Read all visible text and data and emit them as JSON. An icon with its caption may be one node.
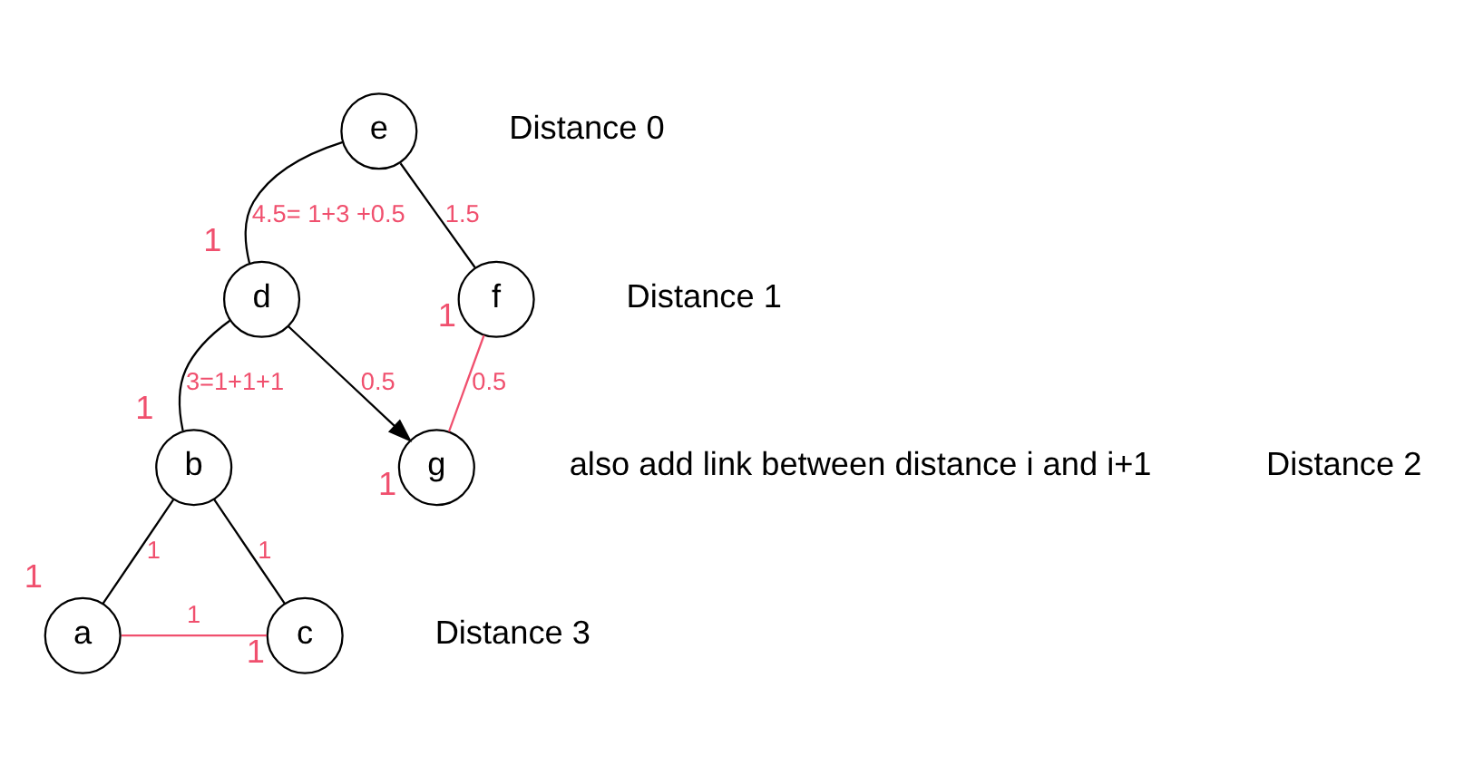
{
  "diagram": {
    "nodes": [
      {
        "text": [
          "e"
        ]
      },
      {
        "text": [
          "d"
        ],
        "beside": [
          "1"
        ]
      },
      {
        "text": [
          "f"
        ],
        "beside": [
          "1"
        ]
      },
      {
        "text": [
          "b"
        ],
        "beside": [
          "1"
        ]
      },
      {
        "text": [
          "g"
        ],
        "beside": [
          "1"
        ]
      },
      {
        "text": [
          "a"
        ],
        "beside": [
          "1"
        ]
      },
      {
        "text": [
          "c"
        ],
        "beside": [
          "1"
        ]
      }
    ],
    "edges": [
      {
        "from": 0,
        "to": 1,
        "arrow": "none",
        "label": "4.5= 1+3 +0.5"
      },
      {
        "from": 0,
        "to": 2,
        "arrow": "none",
        "label": "1.5"
      },
      {
        "from": 1,
        "to": 3,
        "arrow": "none",
        "label": "3=1+1+1"
      },
      {
        "from": 1,
        "to": 4,
        "arrow": "to",
        "label": "0.5"
      },
      {
        "from": 2,
        "to": 4,
        "arrow": "none",
        "label": "0.5",
        "color": "#f0506e"
      },
      {
        "from": 3,
        "to": 5,
        "arrow": "none",
        "label": "1"
      },
      {
        "from": 3,
        "to": 6,
        "arrow": "none",
        "label": "1"
      },
      {
        "from": 5,
        "to": 6,
        "arrow": "none",
        "label": "1",
        "color": "#f0506e"
      }
    ],
    "labels": [
      "Distance 0",
      "Distance 1",
      "also add link between distance i and i+1",
      "Distance 2",
      "Distance 3"
    ]
  }
}
